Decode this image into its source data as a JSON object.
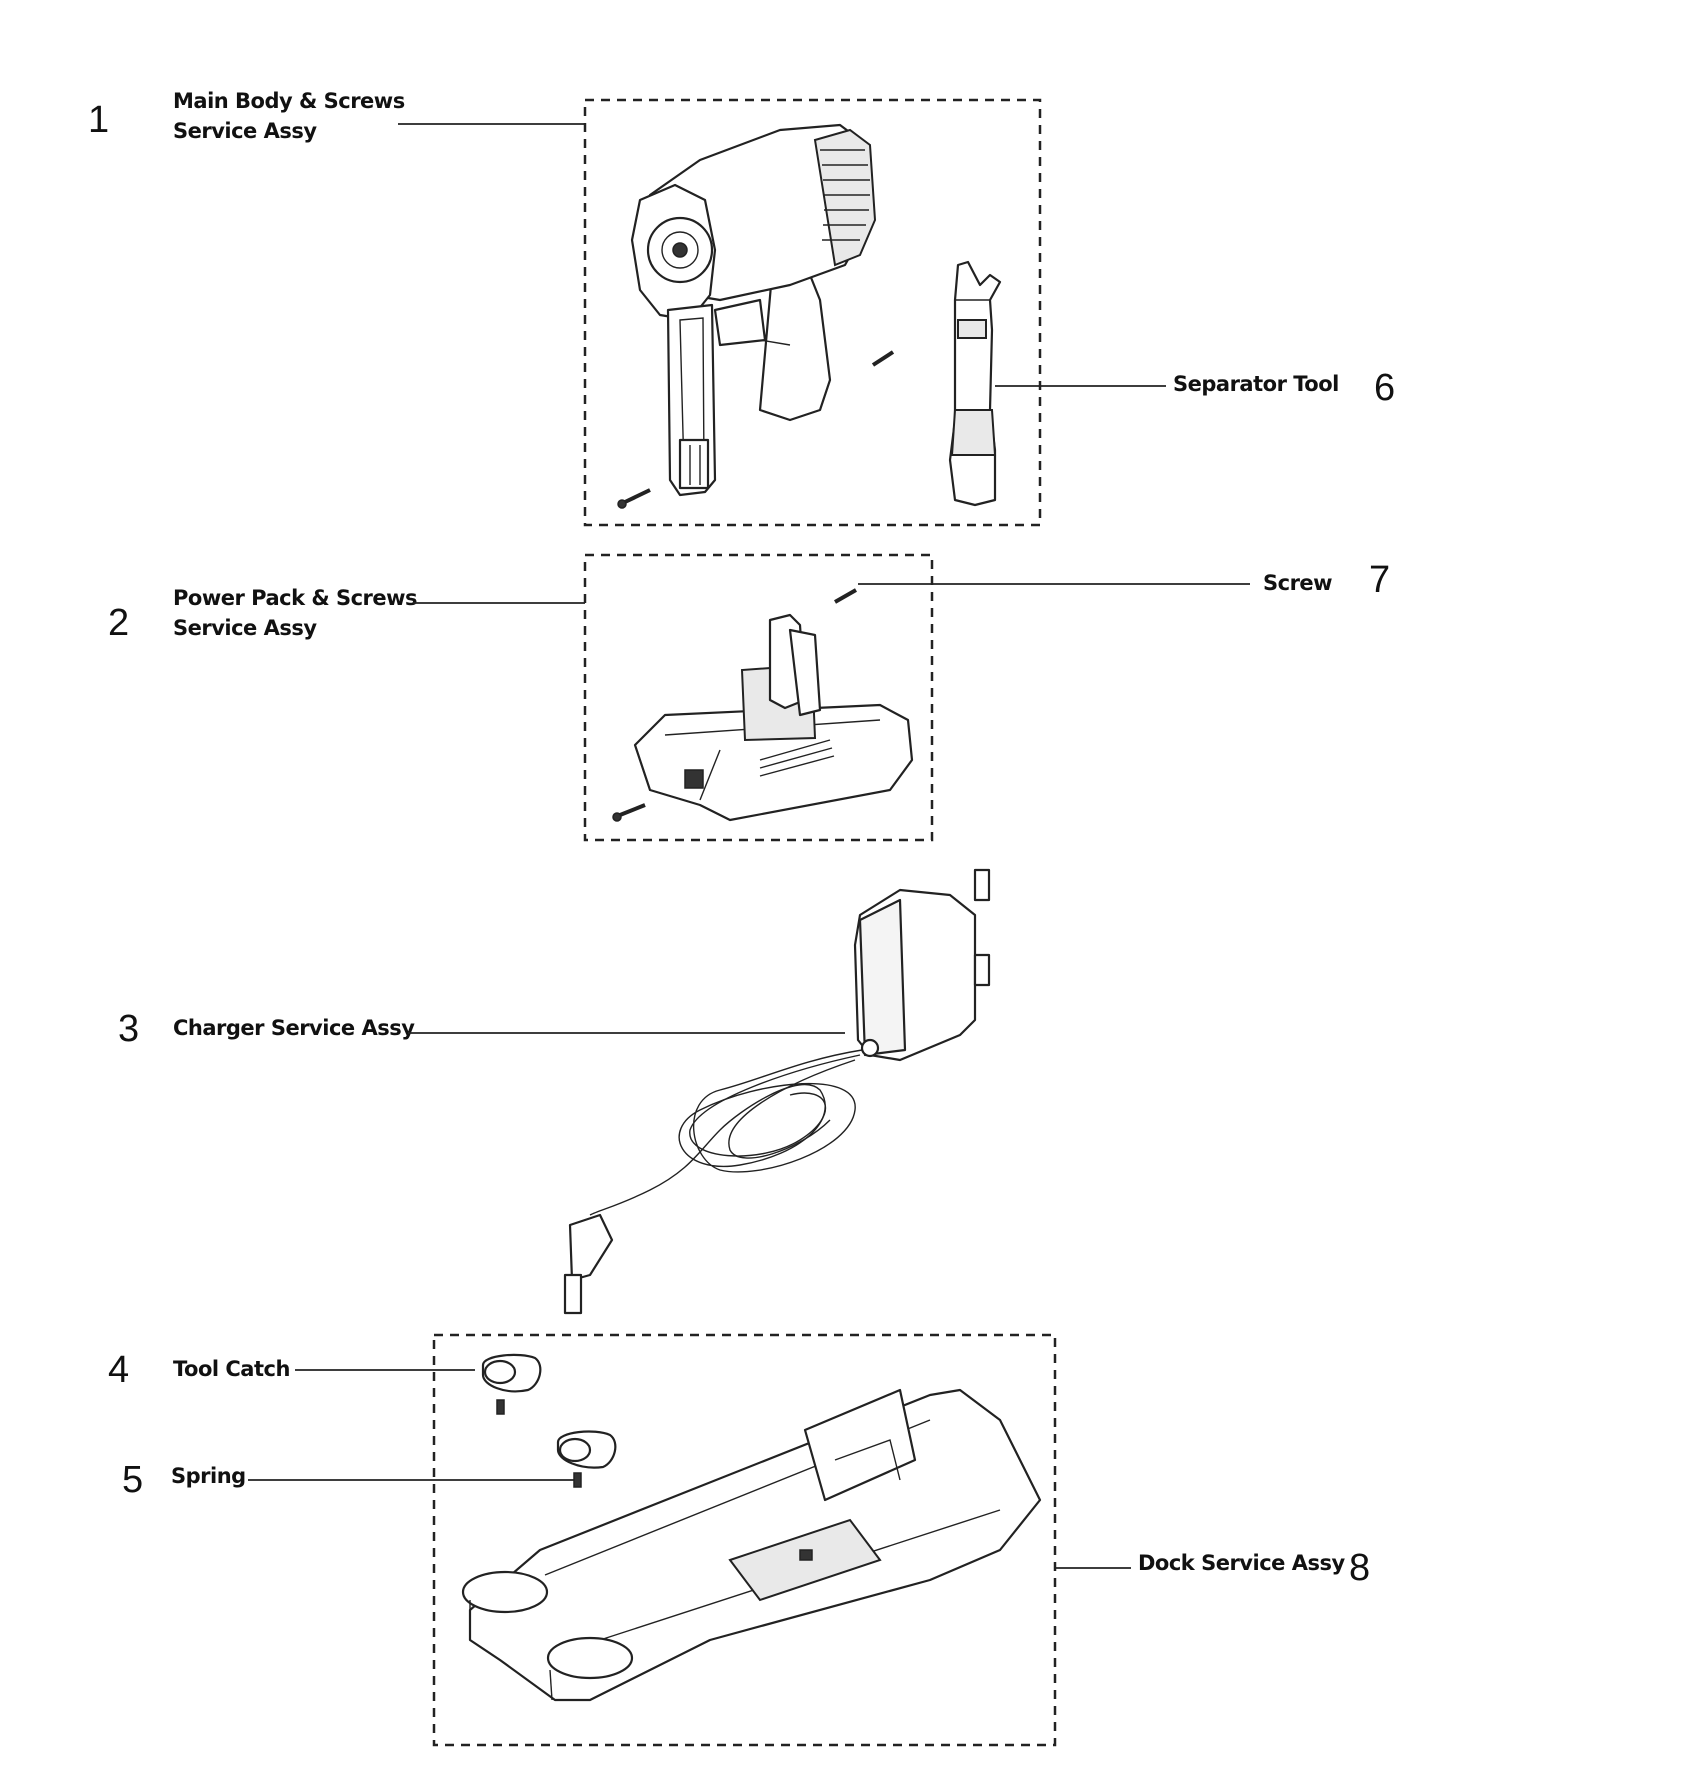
{
  "parts": [
    {
      "num": "1",
      "label": [
        "Main Body & Screws",
        "Service Assy"
      ]
    },
    {
      "num": "2",
      "label": [
        "Power Pack & Screws",
        "Service Assy"
      ]
    },
    {
      "num": "3",
      "label": [
        "Charger Service Assy"
      ]
    },
    {
      "num": "4",
      "label": [
        "Tool Catch"
      ]
    },
    {
      "num": "5",
      "label": [
        "Spring"
      ]
    },
    {
      "num": "6",
      "label": [
        "Separator Tool"
      ]
    },
    {
      "num": "7",
      "label": [
        "Screw"
      ]
    },
    {
      "num": "8",
      "label": [
        "Dock Service Assy"
      ]
    }
  ]
}
